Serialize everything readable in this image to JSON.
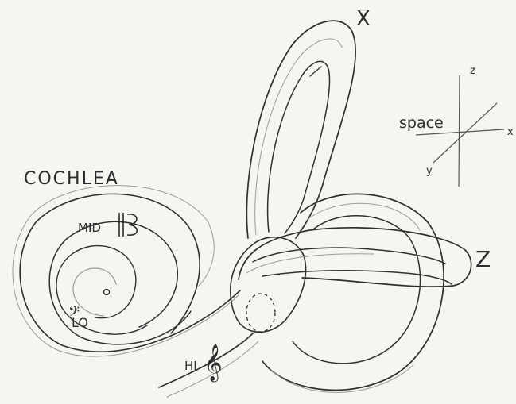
{
  "diagram": {
    "title": "COCHLEA",
    "canal_labels": {
      "x": "X",
      "z": "Z"
    },
    "axes": {
      "space_label": "space",
      "z_label": "z",
      "x_label": "x",
      "y_label": "y"
    },
    "pitch_regions": {
      "low": {
        "label": "LO",
        "clef": "bass-clef-icon"
      },
      "mid": {
        "label": "MID",
        "clef": "alto-clef-icon"
      },
      "high": {
        "label": "HI",
        "clef": "treble-clef-icon"
      }
    },
    "colors": {
      "paper": "#f6f5f2",
      "pencil": "#2f2f2f",
      "shading": "#9a9a9a"
    }
  }
}
